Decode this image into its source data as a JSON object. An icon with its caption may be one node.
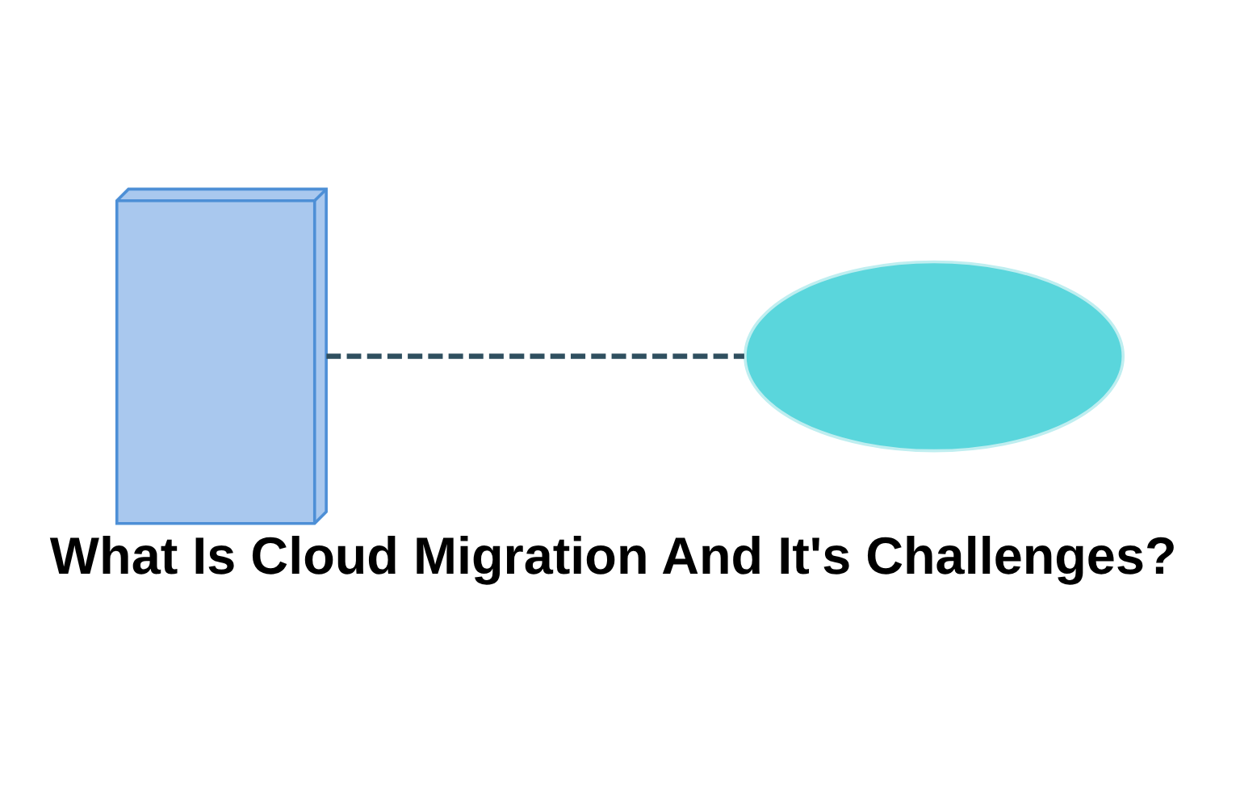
{
  "diagram": {
    "title": "What Is Cloud Migration And It's Challenges?",
    "nodes": [
      {
        "text": [],
        "shape": "picture"
      },
      {
        "text": [],
        "shape": "cloud"
      }
    ],
    "edges": [
      {
        "from": 0,
        "to": 1,
        "arrow": "none",
        "style": "dashed"
      }
    ]
  }
}
